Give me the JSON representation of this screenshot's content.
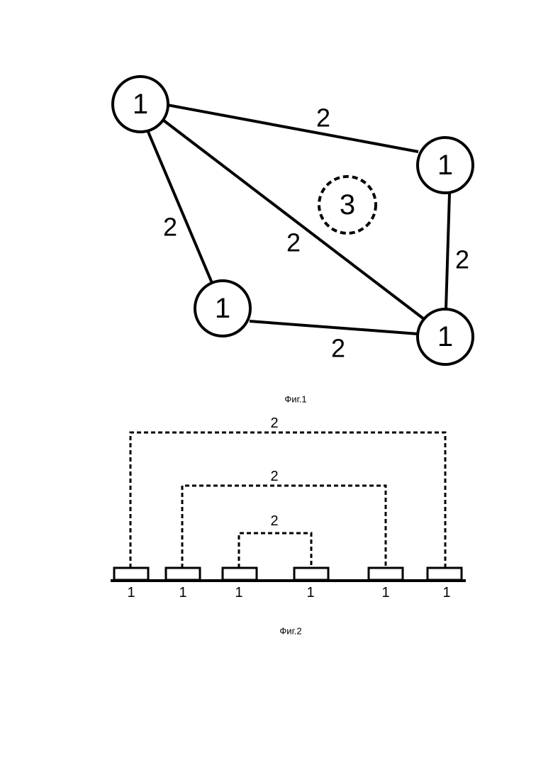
{
  "figure1": {
    "nodes": [
      {
        "id": "n_top_left",
        "label": "1"
      },
      {
        "id": "n_right_top",
        "label": "1"
      },
      {
        "id": "n_mid_left",
        "label": "1"
      },
      {
        "id": "n_right_bottom",
        "label": "1"
      }
    ],
    "center_node": {
      "label": "3",
      "style": "dashed"
    },
    "edges": [
      {
        "from": "n_top_left",
        "to": "n_right_top",
        "label": "2"
      },
      {
        "from": "n_top_left",
        "to": "n_mid_left",
        "label": "2"
      },
      {
        "from": "n_top_left",
        "to": "n_right_bottom",
        "label": "2"
      },
      {
        "from": "n_right_top",
        "to": "n_right_bottom",
        "label": "2"
      },
      {
        "from": "n_mid_left",
        "to": "n_right_bottom",
        "label": "2"
      }
    ],
    "caption": "Фиг.1"
  },
  "figure2": {
    "boxes": [
      "1",
      "1",
      "1",
      "1",
      "1",
      "1"
    ],
    "arcs": [
      {
        "from_box": 0,
        "to_box": 5,
        "label": "2",
        "style": "dashed"
      },
      {
        "from_box": 1,
        "to_box": 4,
        "label": "2",
        "style": "dashed"
      },
      {
        "from_box": 2,
        "to_box": 3,
        "label": "2",
        "style": "dashed"
      }
    ],
    "caption": "Фиг.2"
  }
}
